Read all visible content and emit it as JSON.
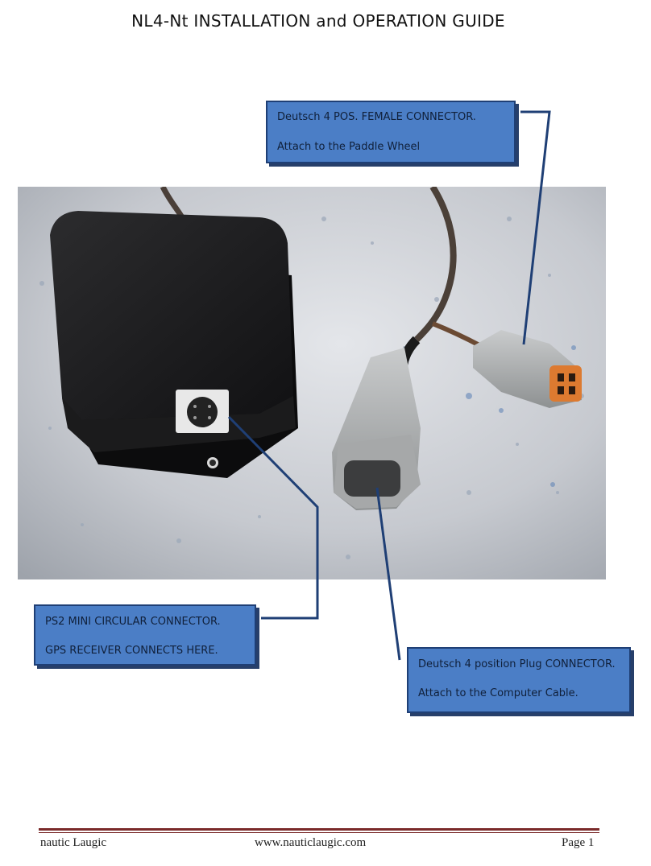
{
  "header": {
    "title": "NL4-Nt  INSTALLATION and OPERATION GUIDE"
  },
  "callouts": {
    "deutsch_female": {
      "line1": "Deutsch  4 POS. FEMALE CONNECTOR.",
      "line2": "Attach to the Paddle Wheel"
    },
    "ps2": {
      "line1": "PS2 MINI CIRCULAR CONNECTOR.",
      "line2": "GPS RECEIVER CONNECTS HERE."
    },
    "deutsch_plug": {
      "line1": "Deutsch 4 position Plug CONNECTOR.",
      "line2": "Attach to the Computer Cable."
    }
  },
  "footer": {
    "left": "nautic Laugic",
    "center": "www.nauticlaugic.com",
    "right": "Page 1"
  },
  "colors": {
    "callout_fill": "#4b7ec6",
    "callout_border": "#1f3f75",
    "leader_line": "#1f3f75",
    "footer_rule": "#7a2a2a"
  }
}
